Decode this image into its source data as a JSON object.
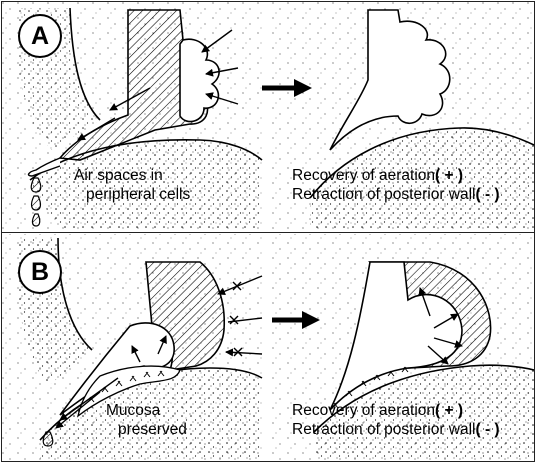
{
  "panels": {
    "a": {
      "label": "A",
      "left_caption": [
        "Air spaces in",
        "peripheral cells"
      ],
      "right_caption": [
        "Recovery of aeration",
        "Retraction of posterior wall"
      ],
      "right_signs": [
        "( + )",
        "( - )"
      ]
    },
    "b": {
      "label": "B",
      "left_caption": [
        "Mucosa",
        "preserved"
      ],
      "right_caption": [
        "Recovery of aeration",
        "Retraction of posterior wall"
      ],
      "right_signs": [
        "( + )",
        "( - )"
      ]
    }
  },
  "colors": {
    "ink": "#000000",
    "background": "#ffffff"
  }
}
